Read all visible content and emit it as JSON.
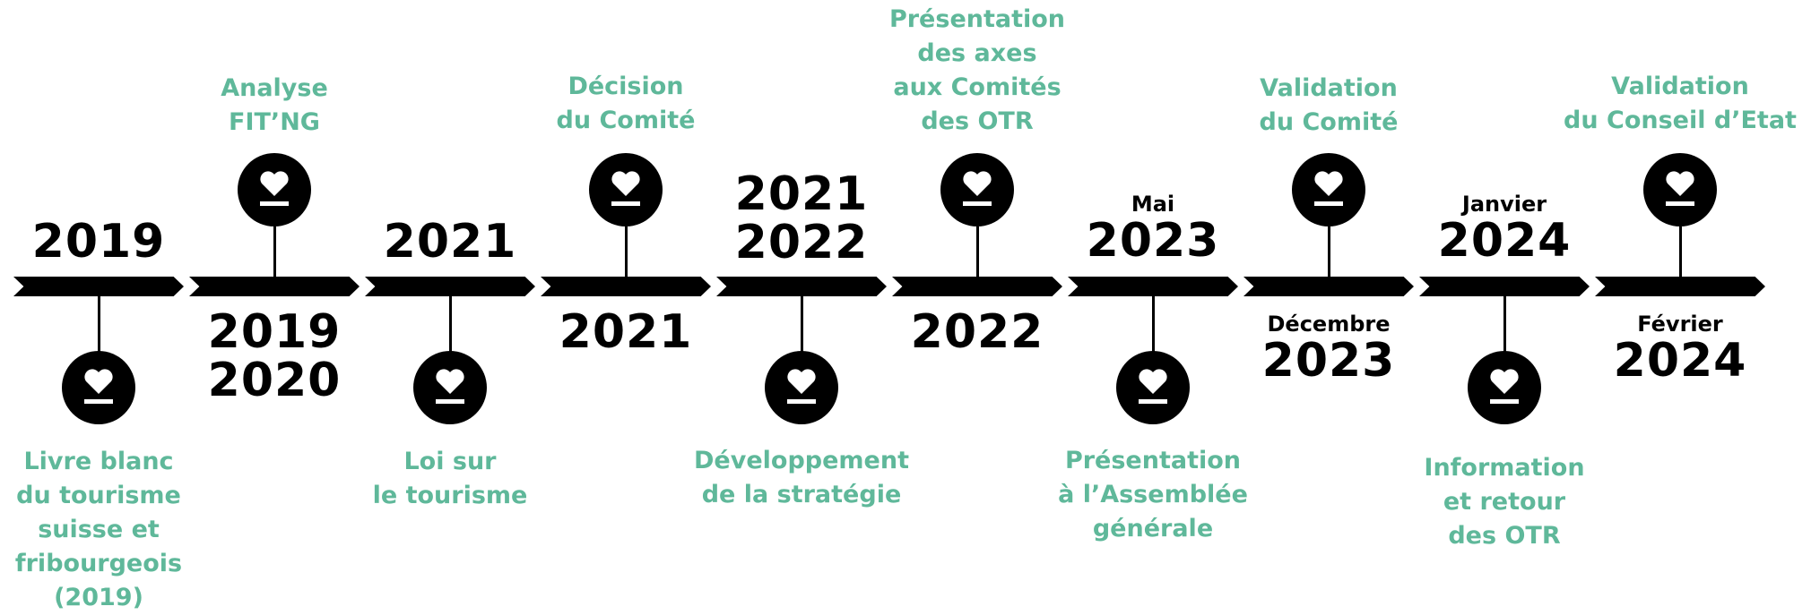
{
  "events": [
    {
      "date_small": "",
      "date_lines": [
        "2019"
      ],
      "label_lines": [
        "Livre blanc",
        "du tourisme",
        "suisse et",
        "fribourgeois",
        "(2019)"
      ]
    },
    {
      "date_small": "",
      "date_lines": [
        "2019",
        "2020"
      ],
      "label_lines": [
        "Analyse",
        "FIT’NG"
      ]
    },
    {
      "date_small": "",
      "date_lines": [
        "2021"
      ],
      "label_lines": [
        "Loi sur",
        "le tourisme"
      ]
    },
    {
      "date_small": "",
      "date_lines": [
        "2021"
      ],
      "label_lines": [
        "Décision",
        "du Comité"
      ]
    },
    {
      "date_small": "",
      "date_lines": [
        "2021",
        "2022"
      ],
      "label_lines": [
        "Développement",
        "de la stratégie"
      ]
    },
    {
      "date_small": "",
      "date_lines": [
        "2022"
      ],
      "label_lines": [
        "Présentation",
        "des axes",
        "aux Comités",
        "des OTR"
      ]
    },
    {
      "date_small": "Mai",
      "date_lines": [
        "2023"
      ],
      "label_lines": [
        "Présentation",
        "à l’Assemblée",
        "générale"
      ]
    },
    {
      "date_small": "Décembre",
      "date_lines": [
        "2023"
      ],
      "label_lines": [
        "Validation",
        "du Comité"
      ]
    },
    {
      "date_small": "Janvier",
      "date_lines": [
        "2024"
      ],
      "label_lines": [
        "Information",
        "et retour",
        "des OTR"
      ]
    },
    {
      "date_small": "Février",
      "date_lines": [
        "2024"
      ],
      "label_lines": [
        "Validation",
        "du Conseil d’Etat"
      ]
    }
  ],
  "colors": {
    "accent": "#5fb89a",
    "line": "#000000"
  },
  "icon": "heart-card-icon"
}
